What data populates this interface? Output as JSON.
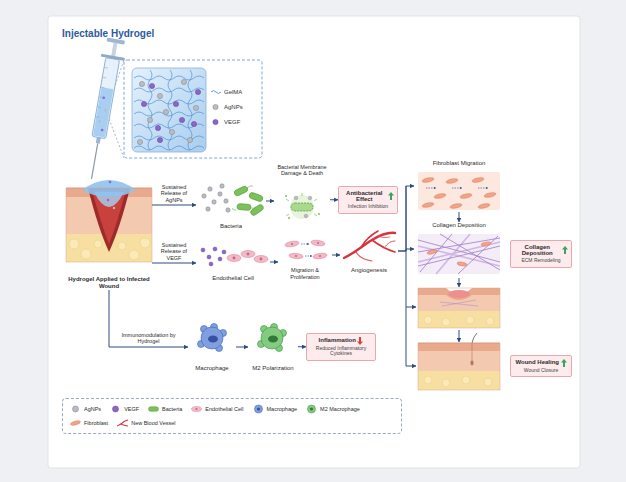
{
  "diagram": {
    "title": "Injectable Hydrogel",
    "nodes": [
      {
        "text": [
          "Hydrogel Applied to Infected Wound"
        ]
      },
      {
        "text": [
          "Bacteria"
        ]
      },
      {
        "text": [
          "Bacterial Membrane Damage & Death"
        ]
      },
      {
        "text": [
          "Antibacterial Effect",
          "Infection Inhibition"
        ]
      },
      {
        "text": [
          "Endothelial Cell"
        ]
      },
      {
        "text": [
          "Migration & Proliferation"
        ]
      },
      {
        "text": [
          "Angiogenesis"
        ]
      },
      {
        "text": [
          "Macrophage"
        ]
      },
      {
        "text": [
          "M2 Polarization"
        ]
      },
      {
        "text": [
          "Inflammation",
          "Reduced Inflammatory Cytokines"
        ]
      },
      {
        "text": [
          "Fibroblast Migration"
        ]
      },
      {
        "text": [
          "Collagen Deposition"
        ]
      },
      {
        "text": [
          "Collagen Deposition",
          "ECM Remodeling"
        ]
      },
      {
        "text": [
          "Wound Healing",
          "Wound Closure"
        ]
      }
    ],
    "edges": [
      {
        "from": 0,
        "to": 1,
        "arrow": "to",
        "label": "Sustained Release of AgNPs"
      },
      {
        "from": 1,
        "to": 2,
        "arrow": "to"
      },
      {
        "from": 2,
        "to": 3,
        "arrow": "to"
      },
      {
        "from": 0,
        "to": 4,
        "arrow": "to",
        "label": "Sustained Release of VEGF"
      },
      {
        "from": 4,
        "to": 5,
        "arrow": "to"
      },
      {
        "from": 5,
        "to": 6,
        "arrow": "to"
      },
      {
        "from": 0,
        "to": 7,
        "arrow": "to",
        "label": "Immunomodulation by Hydrogel"
      },
      {
        "from": 7,
        "to": 8,
        "arrow": "to"
      },
      {
        "from": 8,
        "to": 9,
        "arrow": "to"
      },
      {
        "from": 6,
        "to": 10,
        "arrow": "to"
      },
      {
        "from": 6,
        "to": 11,
        "arrow": "to"
      },
      {
        "from": 10,
        "to": 11,
        "arrow": "to"
      }
    ],
    "labels": [
      "GelMA",
      "AgNPs",
      "VEGF"
    ],
    "legend": [
      {
        "text": "AgNPs"
      },
      {
        "text": "VEGF"
      },
      {
        "text": "Bacteria"
      },
      {
        "text": "Endothelial Cell"
      },
      {
        "text": "Macrophage"
      },
      {
        "text": "M2 Macrophage"
      },
      {
        "text": "Fibroblast"
      },
      {
        "text": "New Blood Vessel"
      }
    ]
  }
}
